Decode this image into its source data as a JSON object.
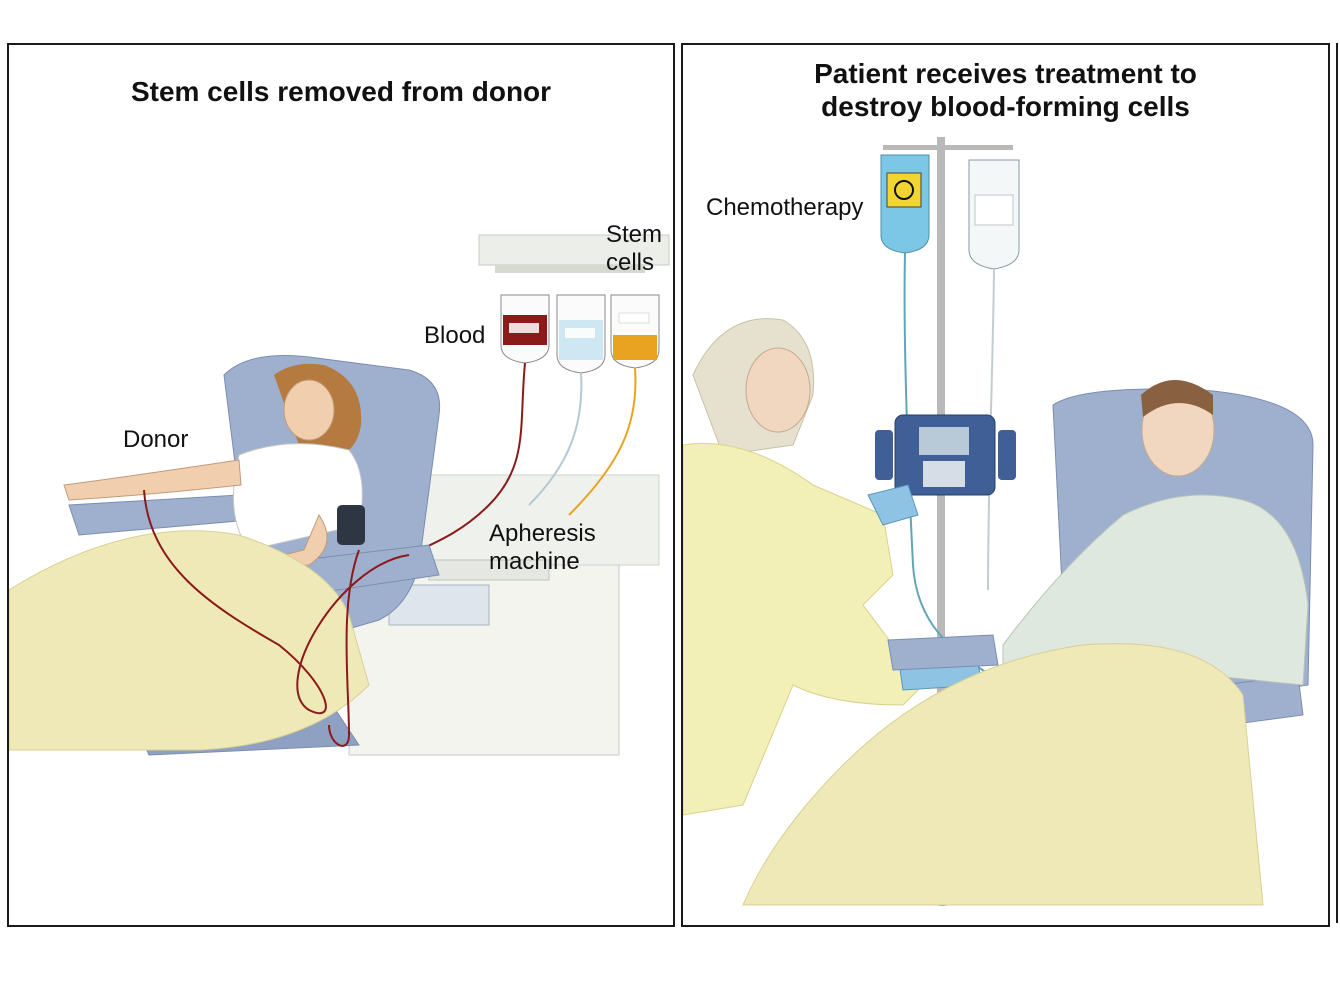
{
  "panels": {
    "left": {
      "title": "Stem cells removed from donor",
      "labels": {
        "donor": "Donor",
        "blood": "Blood",
        "stem_cells_line1": "Stem",
        "stem_cells_line2": "cells",
        "apheresis_line1": "Apheresis",
        "apheresis_line2": "machine"
      }
    },
    "right": {
      "title_line1": "Patient receives treatment to",
      "title_line2": "destroy blood-forming cells",
      "labels": {
        "chemotherapy": "Chemotherapy"
      }
    }
  },
  "colors": {
    "blood": "#8b1a1a",
    "stem_cells": "#e9a320",
    "chair": "#9fb0cf",
    "blanket": "#efe9b8",
    "iv_fluid": "#5fa6b6",
    "chemo_bag": "#7cc7e6",
    "pump": "#3f5f96",
    "glove": "#8ec3e3"
  }
}
